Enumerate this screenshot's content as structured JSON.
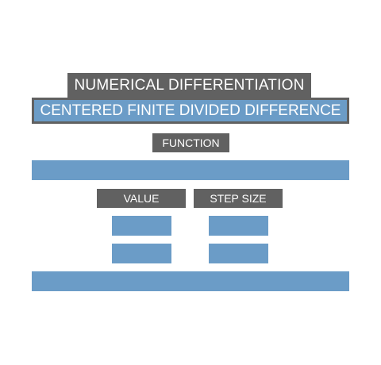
{
  "header": {
    "title": "NUMERICAL DIFFERENTIATION",
    "subtitle": "CENTERED FINITE DIVIDED DIFFERENCE"
  },
  "function_section": {
    "label": "FUNCTION",
    "input_value": ""
  },
  "parameters": {
    "value_label": "VALUE",
    "step_size_label": "STEP SIZE",
    "rows": [
      {
        "value": "",
        "step_size": ""
      },
      {
        "value": "",
        "step_size": ""
      }
    ]
  },
  "result": {
    "value": ""
  },
  "colors": {
    "label_background": "#616161",
    "field_background": "#6b9cc7",
    "text": "#ffffff"
  }
}
